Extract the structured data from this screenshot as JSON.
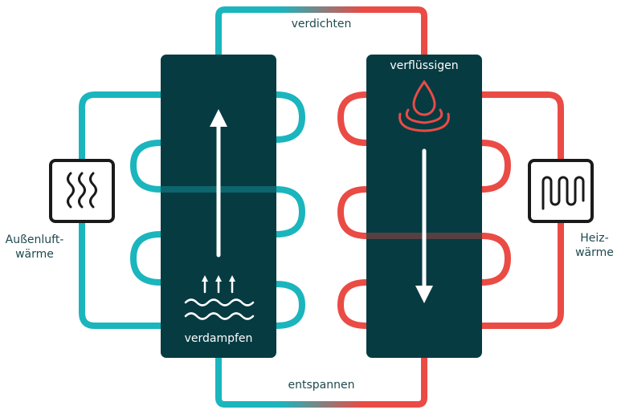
{
  "colors": {
    "cold": "#1bb5bd",
    "hot": "#ea4b45",
    "panel": "#063b42",
    "text": "#1f4a4f",
    "icon_stroke": "#1a1a1a"
  },
  "labels": {
    "top": "verdichten",
    "bottom": "entspannen",
    "left_panel": "verdampfen",
    "right_panel": "verflüssigen",
    "left_source_line1": "Außenluft-",
    "left_source_line2": "wärme",
    "right_sink_line1": "Heiz-",
    "right_sink_line2": "wärme"
  },
  "icons": {
    "left_box": "heat-waves-icon",
    "right_box": "heating-coil-icon",
    "left_panel": "evaporation-icon",
    "right_panel": "water-drop-icon",
    "left_flow": "arrow-up-icon",
    "right_flow": "arrow-down-icon"
  }
}
